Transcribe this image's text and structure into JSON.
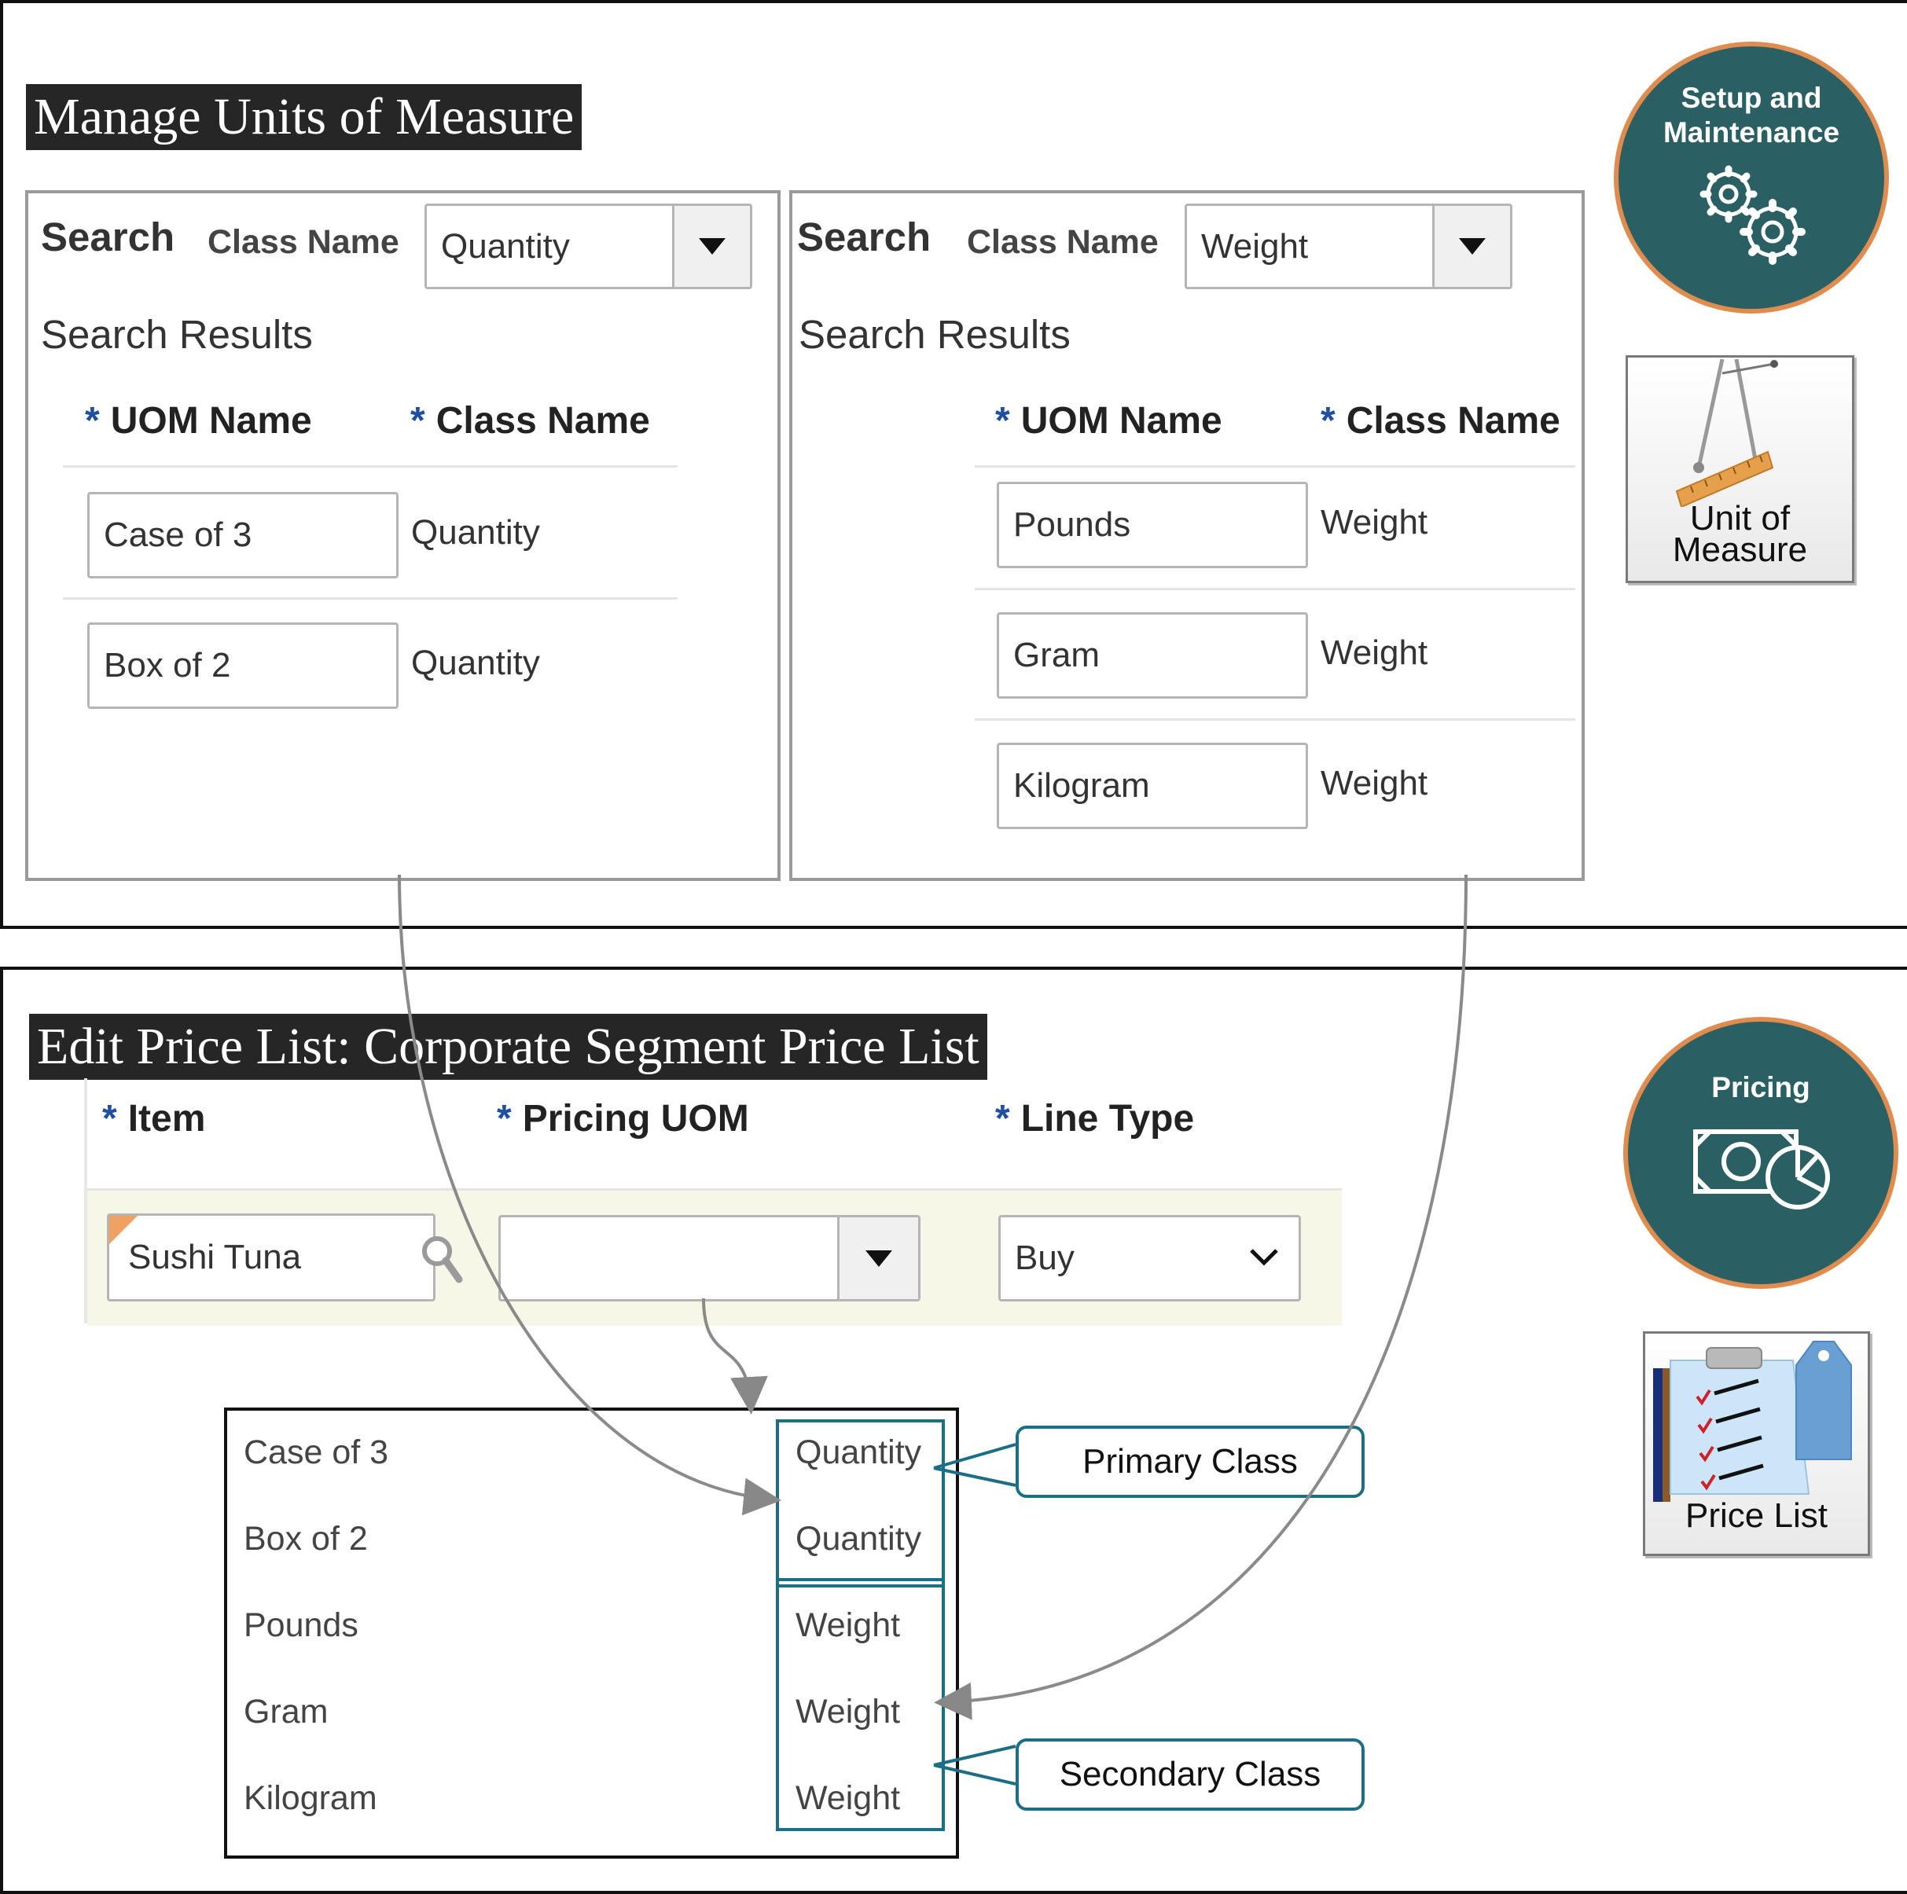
{
  "top": {
    "title": "Manage Units of Measure",
    "badge": "Setup and Maintenance",
    "tile_label": "Unit of Measure",
    "left_panel": {
      "search": "Search",
      "class_label": "Class Name",
      "class_value": "Quantity",
      "results": "Search Results",
      "col_uom": "UOM Name",
      "col_class": "Class Name",
      "rows": [
        {
          "uom": "Case of 3",
          "cls": "Quantity"
        },
        {
          "uom": "Box of 2",
          "cls": "Quantity"
        }
      ]
    },
    "right_panel": {
      "search": "Search",
      "class_label": "Class Name",
      "class_value": "Weight",
      "results": "Search Results",
      "col_uom": "UOM Name",
      "col_class": "Class Name",
      "rows": [
        {
          "uom": "Pounds",
          "cls": "Weight"
        },
        {
          "uom": "Gram",
          "cls": "Weight"
        },
        {
          "uom": "Kilogram",
          "cls": "Weight"
        }
      ]
    }
  },
  "bottom": {
    "title": "Edit Price List: Corporate Segment Price List",
    "badge": "Pricing",
    "tile_label": "Price List",
    "star": "*",
    "col_item": "Item",
    "col_pricing_uom": "Pricing UOM",
    "col_line_type": "Line Type",
    "item_value": "Sushi Tuna",
    "pricing_uom_value": "",
    "line_type_value": "Buy",
    "list": [
      {
        "uom": "Case of 3",
        "cls": "Quantity"
      },
      {
        "uom": "Box of 2",
        "cls": "Quantity"
      },
      {
        "uom": "Pounds",
        "cls": "Weight"
      },
      {
        "uom": "Gram",
        "cls": "Weight"
      },
      {
        "uom": "Kilogram",
        "cls": "Weight"
      }
    ],
    "primary_callout": "Primary Class",
    "secondary_callout": "Secondary Class"
  },
  "colors": {
    "teal": "#2a6063",
    "orange_ring": "#e08c4f",
    "callout_border": "#1b6e86",
    "star_blue": "#1f4fa3"
  },
  "icons": {
    "setup": "gears-icon",
    "pricing": "money-chart-icon",
    "uom_tile": "scale-ruler-icon",
    "price_tile": "clipboard-tag-icon"
  }
}
